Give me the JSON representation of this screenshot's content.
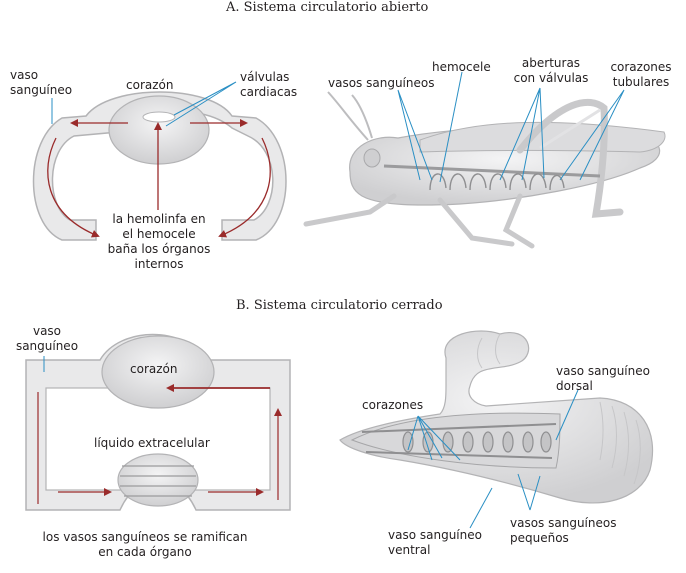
{
  "section_a": {
    "title": "A. Sistema circulatorio abierto",
    "left": {
      "vessel_label": [
        "vaso",
        "sanguíneo"
      ],
      "heart_label": "corazón",
      "valves_label": [
        "válvulas",
        "cardiacas"
      ],
      "hemolymph_label": [
        "la hemolinfa en",
        "el hemocele",
        "baña los órganos",
        "internos"
      ]
    },
    "right": {
      "vessels_label": "vasos sanguíneos",
      "hemocoel_label": "hemocele",
      "openings_label": [
        "aberturas",
        "con válvulas"
      ],
      "hearts_label": [
        "corazones",
        "tubulares"
      ]
    }
  },
  "section_b": {
    "title": "B. Sistema circulatorio cerrado",
    "left": {
      "vessel_label": [
        "vaso",
        "sanguíneo"
      ],
      "heart_label": "corazón",
      "fluid_label": "líquido extracelular",
      "caption": [
        "los vasos sanguíneos se ramifican",
        "en cada órgano"
      ]
    },
    "right": {
      "dorsal_label": [
        "vaso sanguíneo",
        "dorsal"
      ],
      "hearts_label": "corazones",
      "ventral_label": [
        "vaso sanguíneo",
        "ventral"
      ],
      "small_vessels_label": [
        "vasos sanguíneos",
        "pequeños"
      ]
    }
  },
  "colors": {
    "flow_arrow": "#9a2b2b",
    "leader_line": "#2a8fc4",
    "structure_fill": "#e9e9ea",
    "structure_stroke": "#b3b3b5",
    "text": "#231f20"
  }
}
